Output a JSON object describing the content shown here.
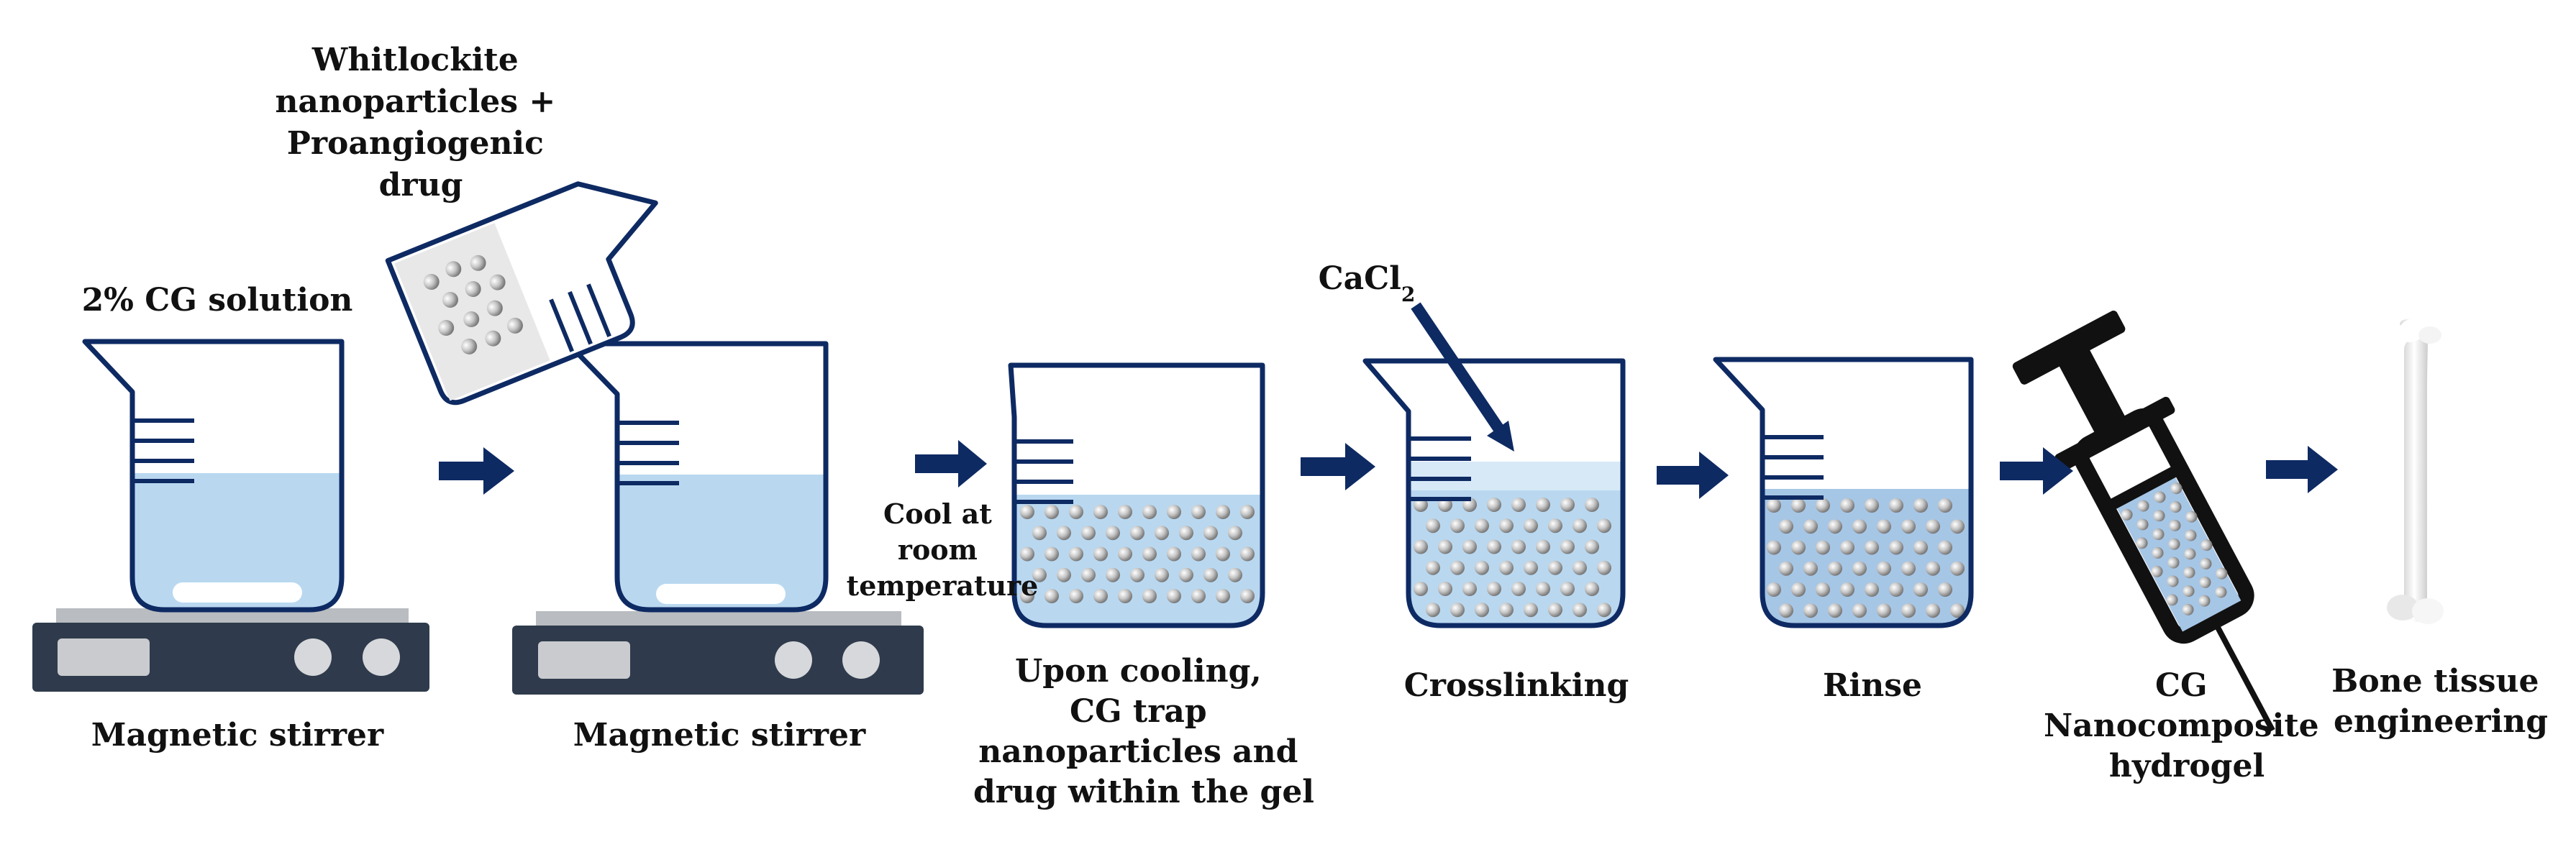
{
  "colors": {
    "navy": "#0e2a63",
    "liquid": "#b9d8f0",
    "liquid_dark": "#a6c6e6",
    "crosslink_layer": "#d7e9f7",
    "stirrer_body": "#2f3b4c",
    "stirrer_top": "#b9bcc0",
    "stirrer_knob": "#d6d8db",
    "particle": "#b8b8b8",
    "bone": "#efefef"
  },
  "labels": {
    "additive": [
      "Whitlockite",
      "nanoparticles +",
      "Proangiogenic",
      "drug"
    ],
    "solution": "2% CG solution",
    "stirrer_1": "Magnetic stirrer",
    "stirrer_2": "Magnetic stirrer",
    "cool": [
      "Cool at",
      "room",
      "temperature"
    ],
    "cooling": [
      "Upon cooling,",
      "CG trap",
      "nanoparticles and",
      "drug within the gel"
    ],
    "cacl2_main": "CaCl",
    "cacl2_sub": "2",
    "crosslinking": "Crosslinking",
    "rinse": "Rinse",
    "hydrogel": [
      "CG",
      "Nanocomposite",
      "hydrogel"
    ],
    "bone": [
      "Bone tissue",
      "engineering"
    ]
  },
  "steps": [
    {
      "icon": "beaker-on-stirrer-icon"
    },
    {
      "icon": "beaker-on-stirrer-icon"
    },
    {
      "icon": "beaker-with-gel-icon"
    },
    {
      "icon": "beaker-crosslinking-icon"
    },
    {
      "icon": "beaker-rinse-icon"
    },
    {
      "icon": "syringe-icon"
    },
    {
      "icon": "bone-icon"
    }
  ]
}
